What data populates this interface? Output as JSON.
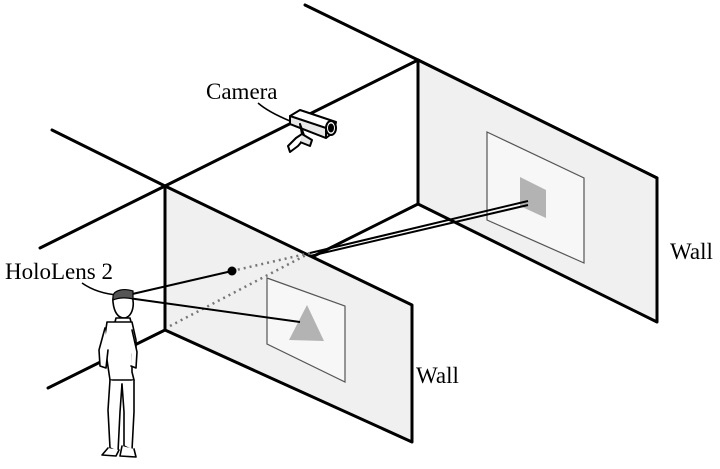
{
  "labels": {
    "camera": "Camera",
    "hololens": "HoloLens 2",
    "wall_left": "Wall",
    "wall_right": "Wall"
  },
  "colors": {
    "line": "#000000",
    "wall_fill": "#f0f0f0",
    "frame_stroke": "#555555",
    "shape_fill": "#b3b3b3",
    "dotted": "#777777"
  },
  "icons": [
    "camera-icon",
    "person-icon",
    "hololens-headset-icon"
  ]
}
